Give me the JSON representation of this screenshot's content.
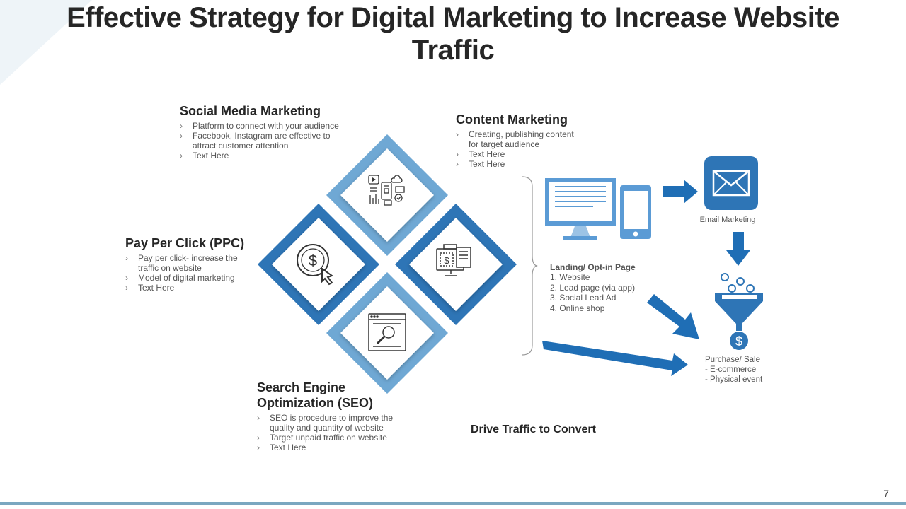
{
  "title": "Effective Strategy for Digital Marketing to Increase Website Traffic",
  "sections": {
    "social": {
      "title": "Social Media Marketing",
      "bullets": [
        "Platform to connect with your audience",
        "Facebook, Instagram  are effective to attract customer attention",
        "Text Here"
      ]
    },
    "content": {
      "title": "Content Marketing",
      "bullets": [
        "Creating, publishing content for target audience",
        "Text Here",
        "Text Here"
      ]
    },
    "ppc": {
      "title": "Pay Per Click (PPC)",
      "bullets": [
        "Pay per click- increase the traffic on website",
        "Model of digital marketing",
        "Text Here"
      ]
    },
    "seo": {
      "title_line1": "Search Engine",
      "title_line2": "Optimization (SEO)",
      "bullets": [
        "SEO is procedure to improve the quality and quantity of website",
        "Target unpaid traffic on website",
        "Text Here"
      ]
    }
  },
  "landing": {
    "title": "Landing/ Opt-in Page",
    "items": [
      "1.   Website",
      "2.   Lead page (via app)",
      "3.   Social Lead Ad",
      "4.   Online shop"
    ]
  },
  "email_label": "Email Marketing",
  "purchase": {
    "line1": "Purchase/ Sale",
    "line2": "- E-commerce",
    "line3": "- Physical event"
  },
  "drive_label": "Drive Traffic to Convert",
  "page_number": "7",
  "colors": {
    "dark_blue": "#2e75b6",
    "mid_blue": "#3b7fbf",
    "light_blue": "#6fa8d4",
    "arrow_blue": "#1f6eb5",
    "device_blue": "#5b9bd5"
  },
  "icons": [
    "social-media-icon",
    "dollar-cursor-icon",
    "invoice-icon",
    "seo-search-icon",
    "monitor-icon",
    "smartphone-icon",
    "envelope-icon",
    "funnel-dollar-icon"
  ]
}
